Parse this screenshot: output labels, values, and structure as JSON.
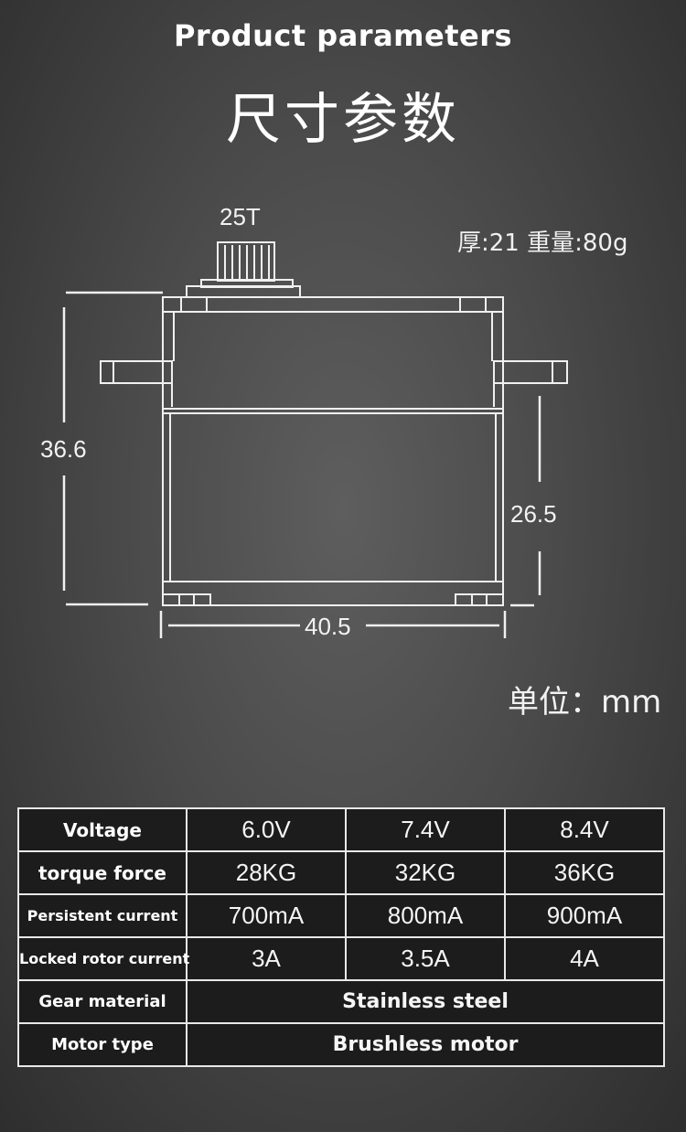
{
  "header": {
    "title_en": "Product parameters",
    "title_zh": "尺寸参数"
  },
  "drawing": {
    "spline": "25T",
    "thickness_weight": "厚:21 重量:80g",
    "height_total": "36.6",
    "height_body": "26.5",
    "width": "40.5",
    "unit": "单位：mm"
  },
  "spec_table": {
    "rows": [
      {
        "label": "Voltage",
        "values": [
          "6.0V",
          "7.4V",
          "8.4V"
        ]
      },
      {
        "label": "torque force",
        "values": [
          "28KG",
          "32KG",
          "36KG"
        ]
      },
      {
        "label": "Persistent current",
        "values": [
          "700mA",
          "800mA",
          "900mA"
        ]
      },
      {
        "label": "Locked rotor current",
        "values": [
          "3A",
          "3.5A",
          "4A"
        ]
      },
      {
        "label": "Gear material",
        "span_value": "Stainless steel"
      },
      {
        "label": "Motor type",
        "span_value": "Brushless motor"
      }
    ]
  }
}
